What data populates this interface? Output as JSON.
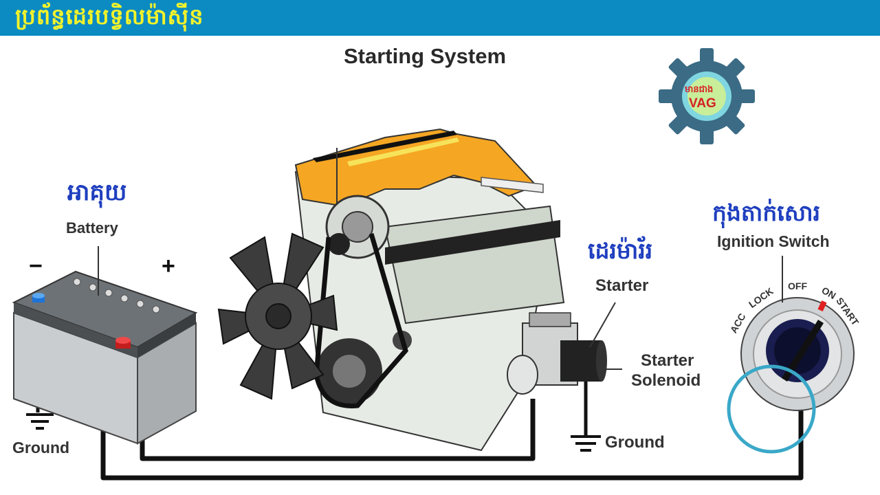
{
  "header": {
    "title": "ប្រព័ន្ធដេរបទ្វិលម៉ាស៊ីន"
  },
  "diagram": {
    "title": "Starting System",
    "battery": {
      "label_km": "អាគុយ",
      "label": "Battery",
      "minus": "−",
      "plus": "+"
    },
    "starter": {
      "label_km": "ដេរម៉ារ័រ",
      "label": "Starter"
    },
    "solenoid": {
      "label_line1": "Starter",
      "label_line2": "Solenoid"
    },
    "ignition": {
      "label_km": "កុងតាក់សោរ",
      "label": "Ignition Switch",
      "positions": [
        "ACC",
        "LOCK",
        "OFF",
        "ON",
        "START"
      ]
    },
    "ground_left": "Ground",
    "ground_right": "Ground"
  },
  "logo": {
    "text_km": "មានជាង",
    "text": "VAG"
  },
  "colors": {
    "header_bg": "#0b8bc2",
    "header_text": "#f4f32a",
    "khmer_label": "#1f3fbf",
    "engine_cover": "#f5a623"
  }
}
